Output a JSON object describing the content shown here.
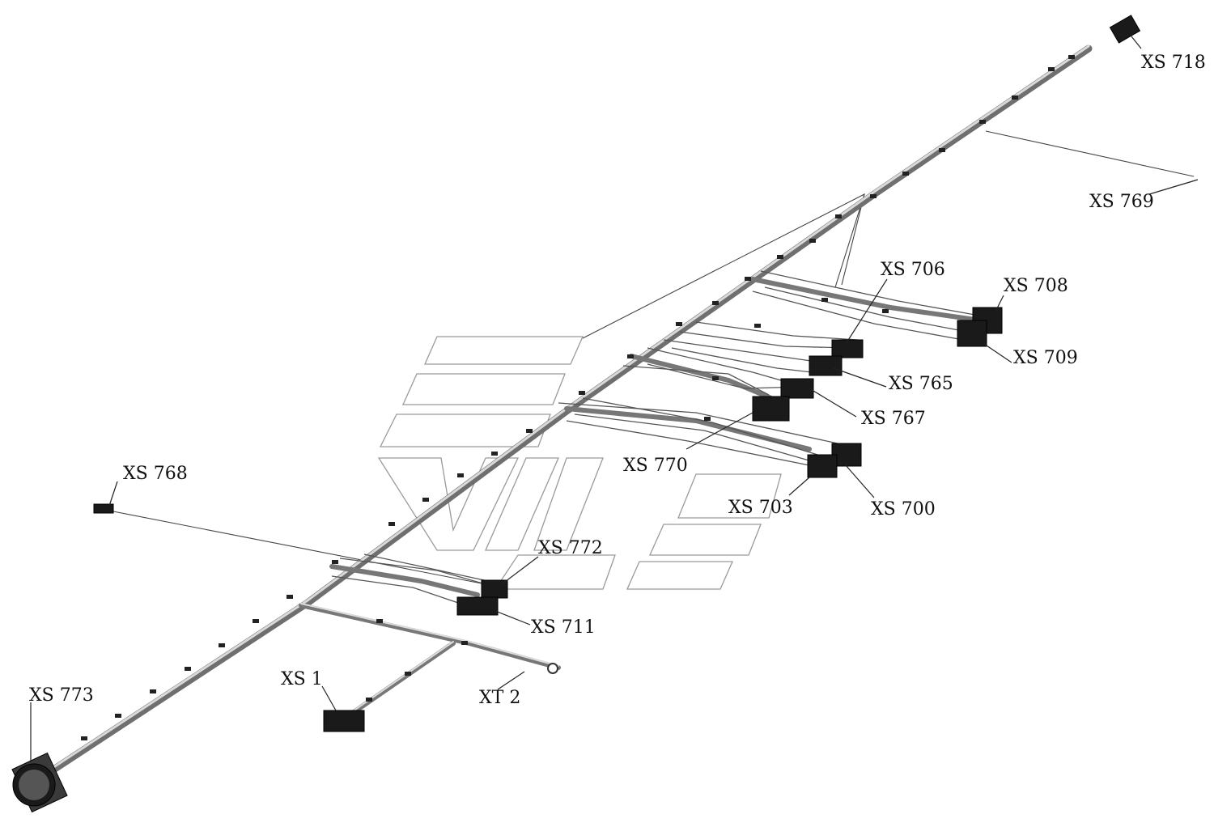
{
  "labels": {
    "xs718": "XS 718",
    "xs769": "XS 769",
    "xs706": "XS 706",
    "xs708": "XS 708",
    "xs709": "XS 709",
    "xs765": "XS 765",
    "xs767": "XS 767",
    "xs770": "XS 770",
    "xs703": "XS 703",
    "xs700": "XS 700",
    "xs768": "XS 768",
    "xs772": "XS 772",
    "xs711": "XS 711",
    "xs1": "XS 1",
    "xt2": "XT 2",
    "xs773": "XS 773"
  }
}
